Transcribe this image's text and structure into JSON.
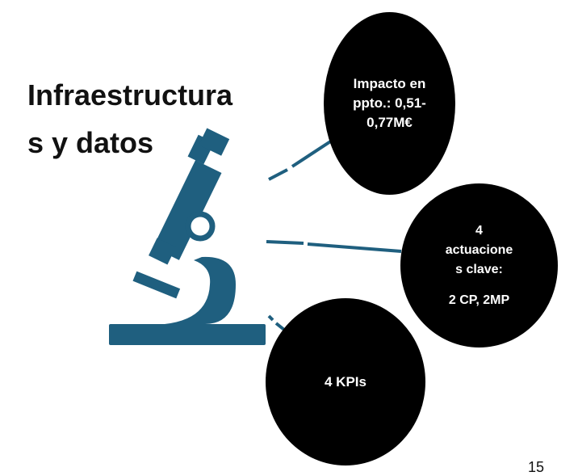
{
  "title": {
    "line1": "Infraestructura",
    "line2": "s y datos"
  },
  "bubbles": {
    "impact": {
      "line1": "Impacto en",
      "line2": "ppto.: 0,51-",
      "line3": "0,77M€"
    },
    "actions": {
      "line1": "4",
      "line2": "actuacione",
      "line3": "s clave:",
      "line4": "2 CP, 2MP"
    },
    "kpis": {
      "text": "4 KPIs"
    }
  },
  "page_number": "15",
  "icon": {
    "name": "microscope-icon",
    "color": "#1f5f7f"
  },
  "colors": {
    "bubble": "#000000",
    "bubble_text": "#ffffff",
    "connector": "#1f5f7f"
  }
}
